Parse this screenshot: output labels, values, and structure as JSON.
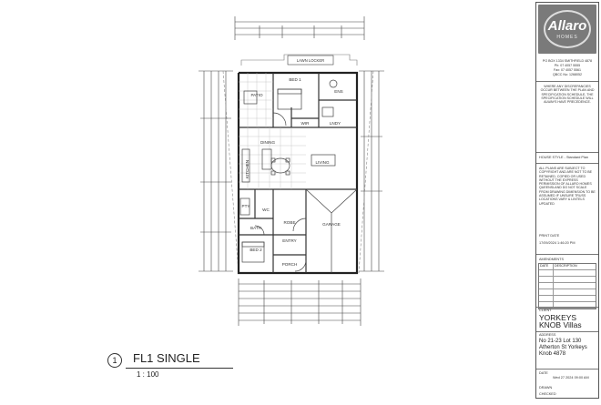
{
  "drawing": {
    "rooms": {
      "bed1": "BED 1",
      "bed2": "BED 2",
      "patio": "PATIO",
      "dining": "DINING",
      "living": "LIVING",
      "kitchen": "KITCHEN",
      "garage": "GARAGE",
      "entry": "ENTRY",
      "porch": "PORCH",
      "ens": "ENS",
      "wir": "WIR",
      "lndy": "LNDY",
      "bath": "BATH",
      "wc": "WC",
      "robe": "ROBE",
      "pty": "PTY"
    },
    "lawn_locker": "LAWN LOCKER"
  },
  "caption": {
    "number": "1",
    "title": "FL1 SINGLE",
    "scale": "1 : 100"
  },
  "title_block": {
    "logo_name": "Allaro",
    "logo_sub": "HOMES",
    "address_lines": [
      "PO BOX 1334 SMITHFIELD 4878",
      "Ph: 07 4057 5555",
      "Fax: 07 4057 5561",
      "QBCC No: 1268052"
    ],
    "disclaimer": "WHERE ANY DISCREPANCIES OCCUR BETWEEN THE PLAN AND SPECIFICATION SCHEDULE, THE SPECIFICATION SCHEDULE WILL ALWAYS HAVE PRECEDENCE.",
    "house_style_label": "HOUSE STYLE - Standard Plan",
    "copyright_note": "ALL PLANS ARE SUBJECT TO COPYRIGHT AND ARE NOT TO BE RETAINED, COPIED OR USED WITHOUT THE EXPRESS PERMISSION OF ALLARO HOMES QUEENSLAND DO NOT SCALE FROM DRAWING DIMENSION TO BE ASSUMED IF UNSURE TRUSS LOCATIONS VARY & LINTELS UPDATED",
    "print_date_label": "PRINT DATE",
    "print_date": "17/09/2024 1:46:20 PM",
    "amendments_label": "AMENDMENTS",
    "amend_cols": [
      "DATE",
      "DESCRIPTION"
    ],
    "client_label": "CLIENT",
    "client_name": "YORKEYS KNOB Villas",
    "address_label": "ADDRESS",
    "site_address": "No 21-23 Lot 130 Atherton St Yorkeys Knob 4878",
    "date_label": "DATE",
    "date_value": "Wed 27 2024 09:00 AM",
    "drawn_label": "DRAWN",
    "checked_label": "CHECKED"
  }
}
